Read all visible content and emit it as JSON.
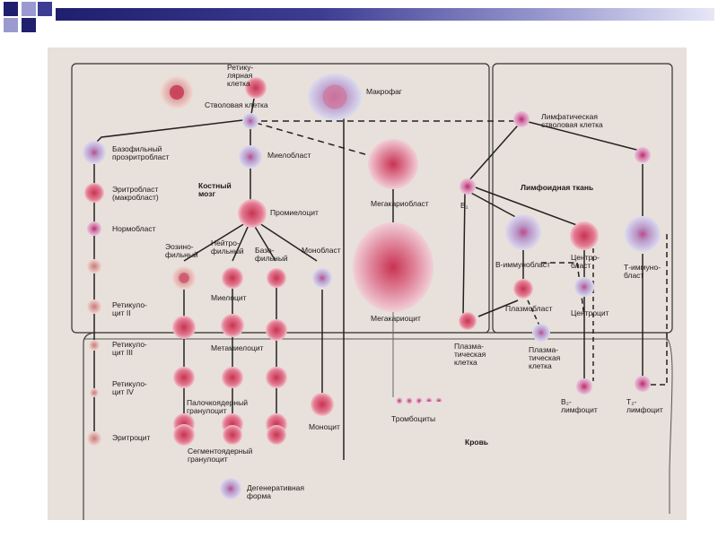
{
  "colors": {
    "title_bar": "#2c2c80",
    "figure_bg": "#e8e0da",
    "cell_purple": "#c890b8",
    "cell_red": "#d8506a",
    "cell_blue": "#9fa3d6",
    "line": "#222222"
  },
  "labels": {
    "reticular_cell": "Ретику-\nлярная\nклетка",
    "macrophage": "Макрофаг",
    "stem_cell": "Стволовая клетка",
    "lymph_stem_cell": "Лимфатическая\nстволовая клетка",
    "basophilic_proerythroblast": "Базофильный\nпроэритробласт",
    "myeloblast": "Миелобласт",
    "erythroblast": "Эритробласт\n(макробласт)",
    "bone_marrow": "Костный\nмозг",
    "megakaryoblast": "Мегакариобласт",
    "b1": "B₁",
    "lymphoid_tissue": "Лимфоидная ткань",
    "normoblast": "Нормобласт",
    "promyelocyte": "Промиелоцит",
    "eosinophilic": "Эозино-\nфильный",
    "neutrophilic": "Нейтро-\nфильный",
    "basophilic": "Базо-\nфильный",
    "monoblast": "Монобласт",
    "b_immunoblast": "В-иммунобласт",
    "centroblast": "Центро-\nбласт",
    "t_immunoblast": "Т-иммуно-\nбласт",
    "myelocyte": "Миелоцит",
    "reticulocyte_2": "Ретикуло-\nцит II",
    "plasmoblast": "Плазмобласт",
    "centrocyte": "Центроцит",
    "megakaryocyte": "Мегакариоцит",
    "metamyelocyte": "Метамиелоцит",
    "reticulocyte_3": "Ретикуло-\nцит III",
    "plasma_cell_1": "Плазма-\nтическая\nклетка",
    "plasma_cell_2": "Плазма-\nтическая\nклетка",
    "reticulocyte_4": "Ретикуло-\nцит IV",
    "band_granulocyte": "Палочкоядерный\nгранулоцит",
    "b2_lymphocyte": "B₂-\nлимфоцит",
    "t2_lymphocyte": "T₂-\nлимфоцит",
    "thrombocytes": "Тромбоциты",
    "erythrocyte": "Эритроцит",
    "monocyte": "Моноцит",
    "blood": "Кровь",
    "segmented_granulocyte": "Сегментоядерный\nгранулоцит",
    "degenerative_form": "Дегенеративная\nформа"
  }
}
